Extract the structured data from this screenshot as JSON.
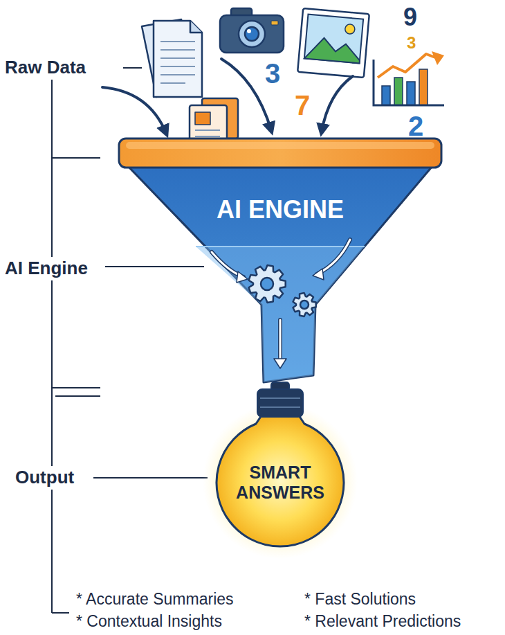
{
  "diagram": {
    "nodes": [
      {
        "text": [
          "AI ENGINE"
        ]
      },
      {
        "text": [
          "SMART ANSWERS"
        ]
      }
    ],
    "labels": [
      "Raw Data",
      "9",
      "3",
      "3",
      "7",
      "2",
      "AI Engine",
      "Output",
      "* Accurate Summaries",
      "* Fast Solutions",
      "* Contextual Insights",
      "* Relevant Predictions"
    ]
  }
}
